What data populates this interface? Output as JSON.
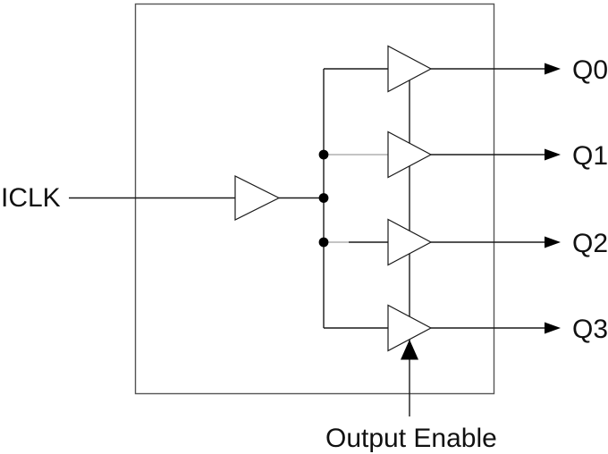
{
  "diagram": {
    "kind": "clock-fanout-buffer-block-diagram",
    "labels": {
      "input": "ICLK",
      "enable": "Output Enable"
    },
    "outputs": [
      {
        "label": "Q0"
      },
      {
        "label": "Q1"
      },
      {
        "label": "Q2"
      },
      {
        "label": "Q3"
      }
    ],
    "colors": {
      "background": "#ffffff",
      "wire": "#1a1a1a",
      "faded_wire": "#b0b0b0",
      "box_stroke": "#555555",
      "buffer_fill": "#ffffff",
      "text": "#111111"
    }
  }
}
